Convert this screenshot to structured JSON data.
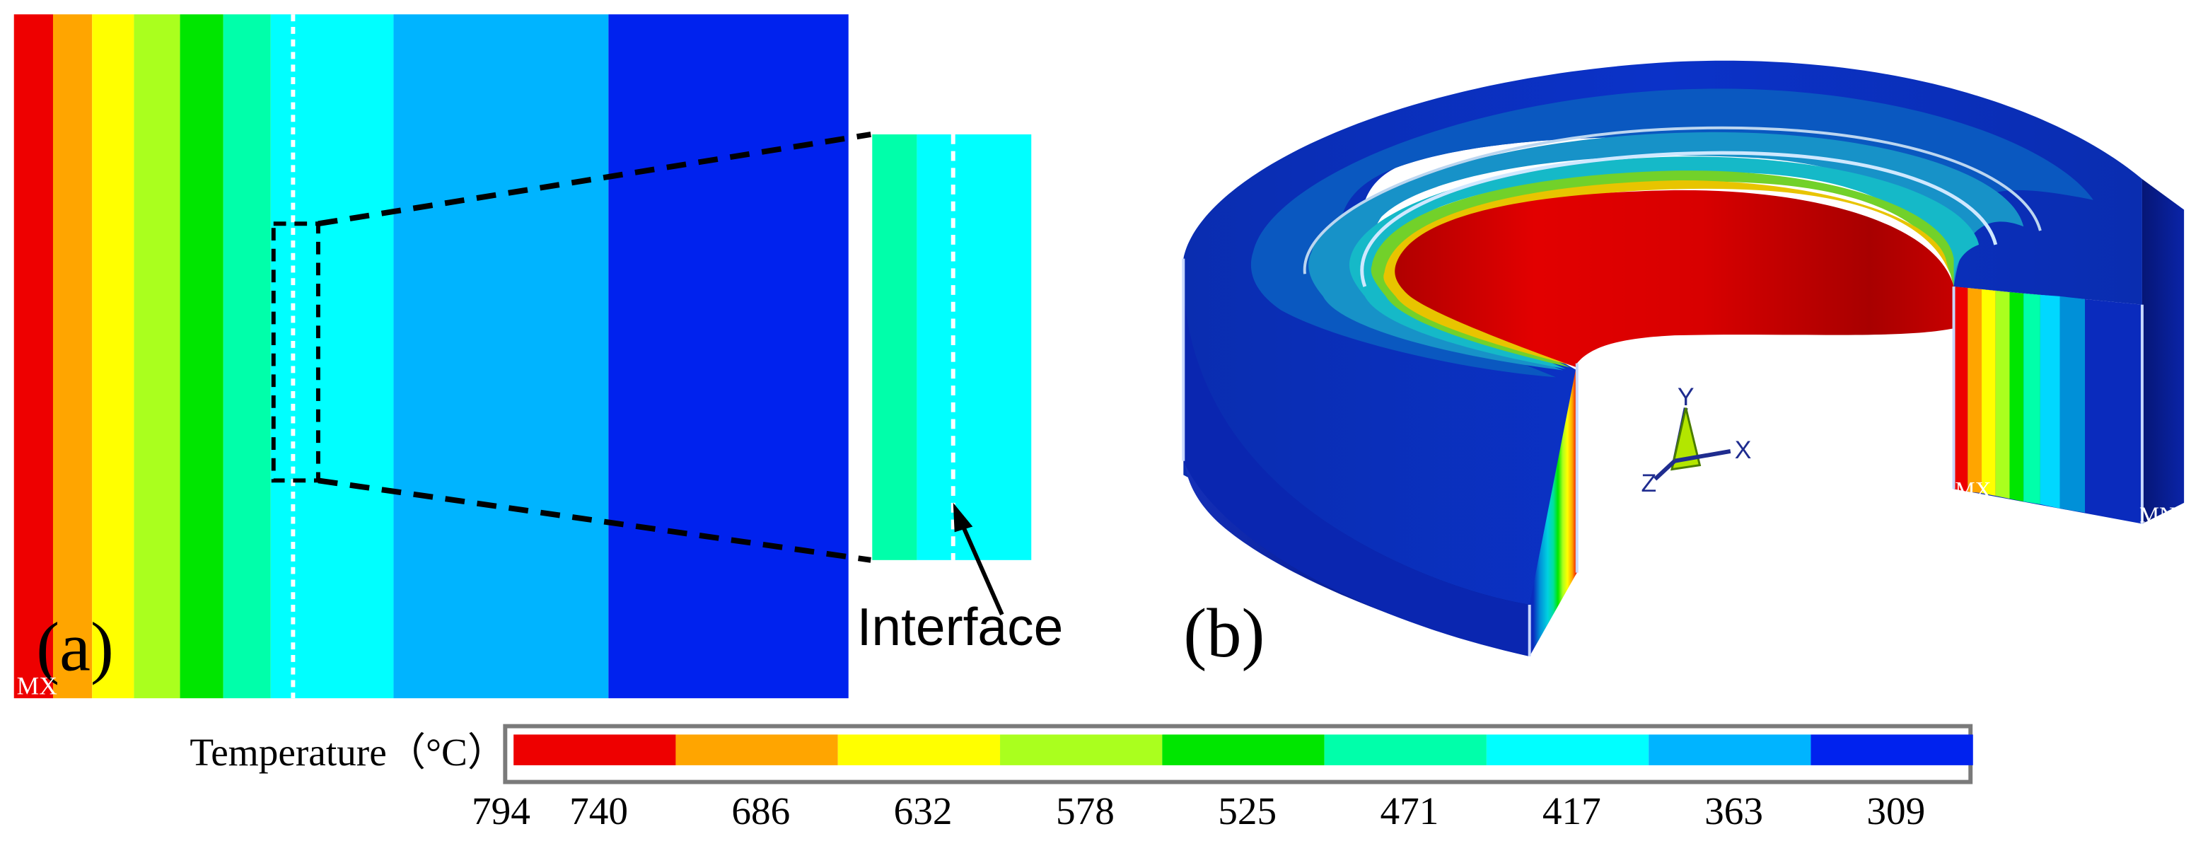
{
  "panel_a": {
    "label": "(a)",
    "corner_label": "MX",
    "inset_callout": "Interface"
  },
  "panel_b": {
    "label": "(b)",
    "axis_labels": [
      "Y",
      "Z",
      "X"
    ],
    "corner_label_left": "MX",
    "corner_label_right": "MN"
  },
  "legend": {
    "title": "Temperature（°C）",
    "tick_labels": [
      "794",
      "740",
      "686",
      "632",
      "578",
      "525",
      "471",
      "417",
      "363",
      "309"
    ],
    "colors": [
      "#ee0000",
      "#ffa500",
      "#ffff00",
      "#aaff1e",
      "#00e600",
      "#00ffaa",
      "#00ffff",
      "#00b4ff",
      "#0022ee"
    ]
  },
  "colors": {
    "band_red": "#ee0000",
    "band_orange": "#ffa500",
    "band_yellow": "#ffff00",
    "band_lime": "#aaff1e",
    "band_green": "#00e600",
    "band_aqua": "#00ffaa",
    "band_cyan": "#00ffff",
    "band_sky": "#00b4ff",
    "band_blue": "#0022ee"
  }
}
